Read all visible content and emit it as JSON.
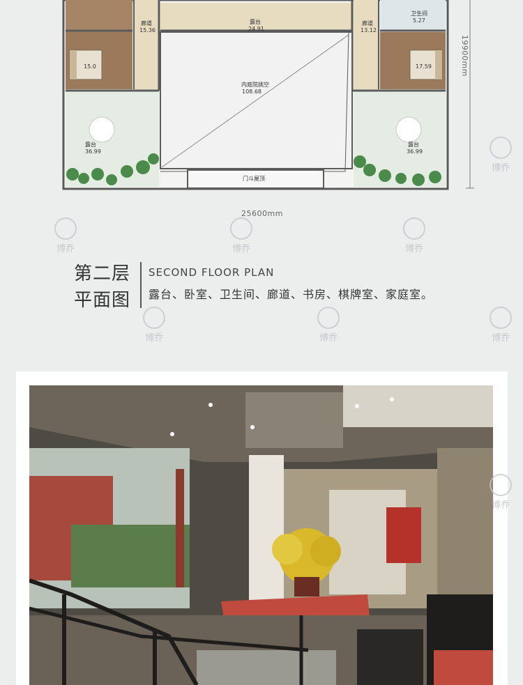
{
  "plan": {
    "rooms": [
      {
        "name": "廊道",
        "area": "15.36"
      },
      {
        "name": "露台",
        "area": "24.91"
      },
      {
        "name": "廊道",
        "area": "13.12"
      },
      {
        "name": "卫生间",
        "area": "5.27"
      },
      {
        "name": "内庭院挑空",
        "area": "108.68"
      },
      {
        "name": "露台",
        "area": "36.99"
      },
      {
        "name": "露台",
        "area": "36.99"
      },
      {
        "name": "门斗屋顶",
        "area": ""
      }
    ],
    "bedroom_left_area": "15.0",
    "bedroom_right_area": "17.59",
    "width_dim": "25600mm",
    "height_dim": "19900mm"
  },
  "title": {
    "cn_line1": "第二层",
    "cn_line2": "平面图",
    "en": "SECOND FLOOR PLAN",
    "rooms": "露台、卧室、卫生间、廊道、书房、棋牌室、家庭室。"
  },
  "watermark": "博乔",
  "colors": {
    "background": "#eceded",
    "wall": "#5a5a5a",
    "terrace": "#e4ece4",
    "wood": "#9b7a5c",
    "tile": "#e8dcc0",
    "accent_green": "#4a8a4a"
  }
}
